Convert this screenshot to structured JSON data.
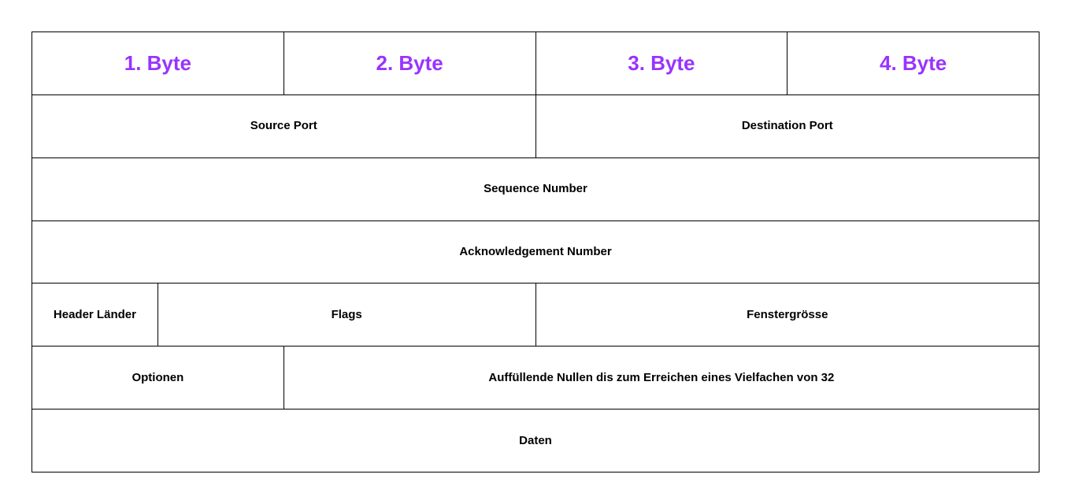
{
  "colors": {
    "byte_header_text": "#9933ff",
    "cell_text": "#000000",
    "border": "#000000",
    "background": "#ffffff"
  },
  "table": {
    "rows": [
      {
        "cells": [
          {
            "label": "1. Byte"
          },
          {
            "label": "2. Byte"
          },
          {
            "label": "3. Byte"
          },
          {
            "label": "4. Byte"
          }
        ]
      },
      {
        "cells": [
          {
            "label": "Source Port"
          },
          {
            "label": "Destination Port"
          }
        ]
      },
      {
        "cells": [
          {
            "label": "Sequence Number"
          }
        ]
      },
      {
        "cells": [
          {
            "label": "Acknowledgement Number"
          }
        ]
      },
      {
        "cells": [
          {
            "label": "Header Länder"
          },
          {
            "label": "Flags"
          },
          {
            "label": "Fenstergrösse"
          }
        ]
      },
      {
        "cells": [
          {
            "label": "Optionen"
          },
          {
            "label": "Auffüllende Nullen dis zum Erreichen eines Vielfachen von 32"
          }
        ]
      },
      {
        "cells": [
          {
            "label": "Daten"
          }
        ]
      }
    ]
  }
}
